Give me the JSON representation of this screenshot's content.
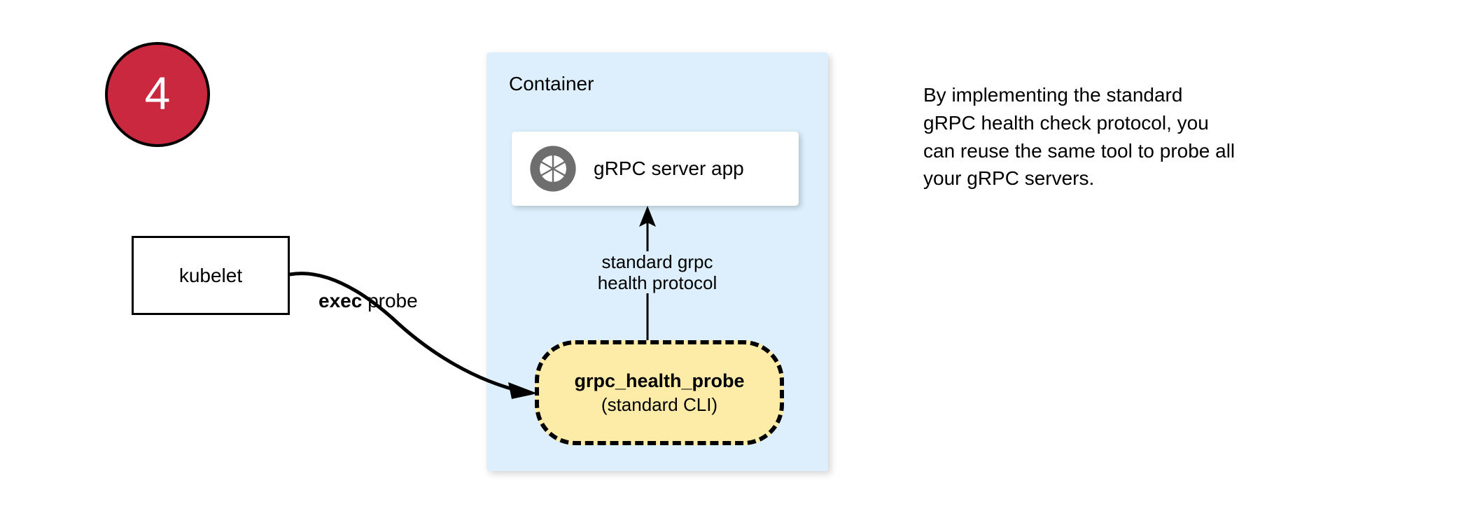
{
  "diagram": {
    "step_badge": {
      "number": "4",
      "fill_color": "#c9283e",
      "border_color": "#000000",
      "text_color": "#ffffff"
    },
    "container": {
      "label": "Container",
      "fill_color": "#ddeffc"
    },
    "grpc_server_card": {
      "label": "gRPC server app",
      "icon": "grpc-aperture-icon",
      "icon_color": "#6e6e6e",
      "fill_color": "#ffffff"
    },
    "protocol_edge": {
      "line_1": "standard grpc",
      "line_2": "health protocol",
      "direction": "up",
      "arrow_color": "#000000"
    },
    "health_probe": {
      "title": "grpc_health_probe",
      "subtitle": "(standard CLI)",
      "fill_color": "#fdeca8",
      "border_color": "#000000",
      "border_style": "dashed"
    },
    "kubelet": {
      "label": "kubelet",
      "fill_color": "#ffffff",
      "border_color": "#000000"
    },
    "exec_edge": {
      "label_bold": "exec",
      "label_rest": " probe",
      "arrow_color": "#000000"
    },
    "side_note": {
      "line_1": "By implementing the standard",
      "line_2": "gRPC health check protocol, you",
      "line_3": "can reuse the same tool to probe all",
      "line_4": "your gRPC servers."
    }
  }
}
